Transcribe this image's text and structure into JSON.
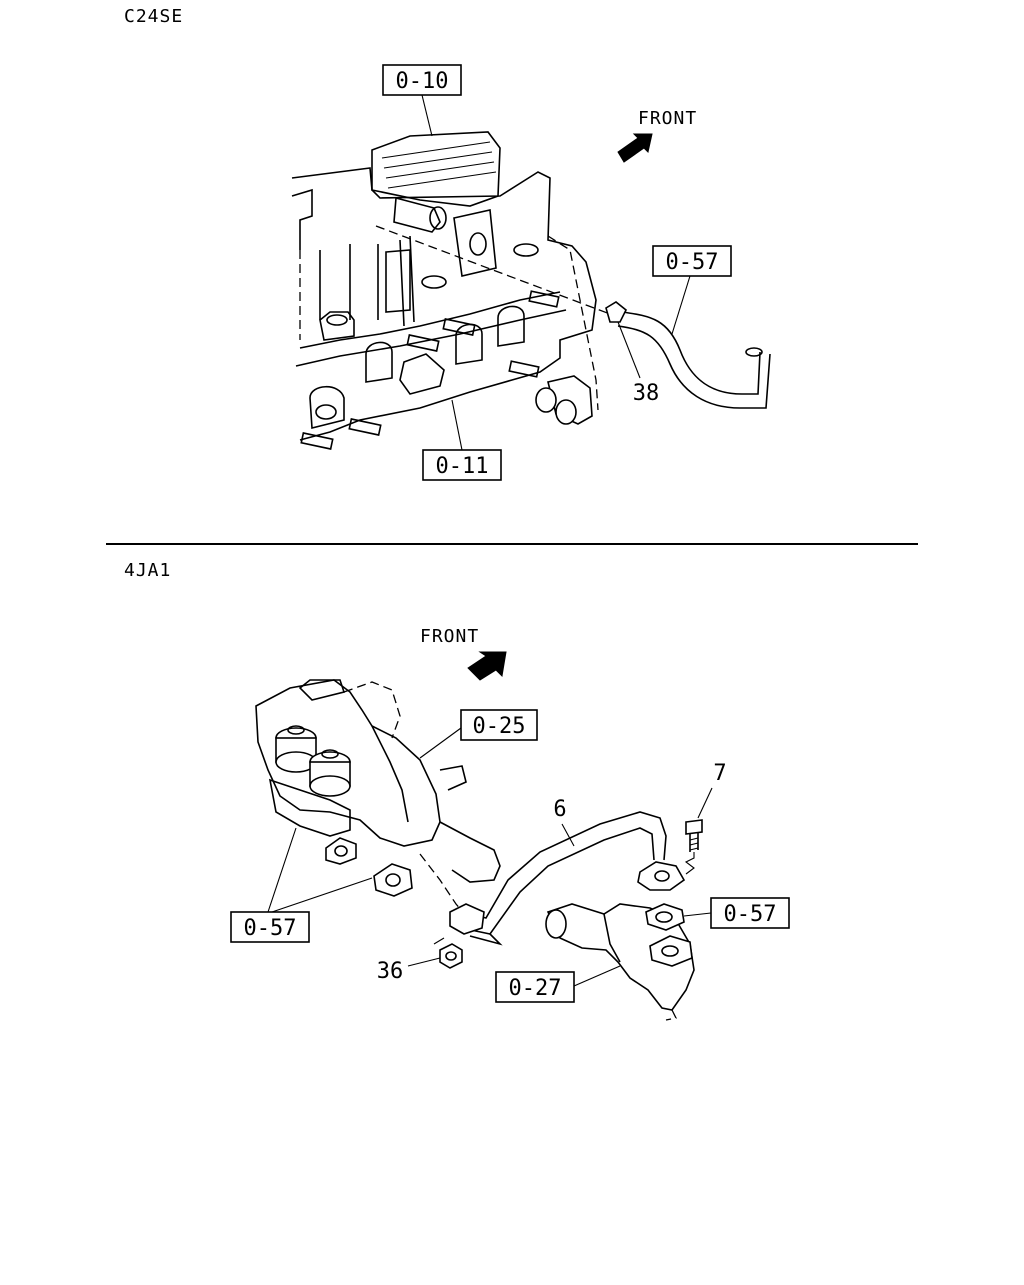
{
  "sections": [
    {
      "engine": "C24SE",
      "front_label": "FRONT",
      "callouts": [
        "0-10",
        "0-57",
        "0-11"
      ],
      "plain_labels": [
        "38"
      ]
    },
    {
      "engine": "4JA1",
      "front_label": "FRONT",
      "callouts": [
        "0-25",
        "0-57",
        "0-57",
        "0-27"
      ],
      "plain_labels": [
        "7",
        "6",
        "36"
      ]
    }
  ]
}
